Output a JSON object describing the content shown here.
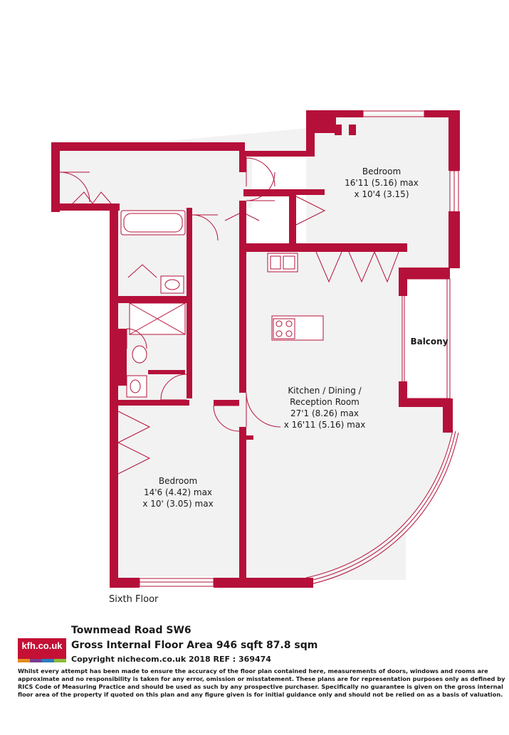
{
  "rooms": {
    "bedroom_1": {
      "name": "Bedroom",
      "size_line_1": "16'11 (5.16) max",
      "size_line_2": "x 10'4 (3.15)"
    },
    "balcony": {
      "name": "Balcony"
    },
    "kitchen": {
      "name_line_1": "Kitchen / Dining /",
      "name_line_2": "Reception Room",
      "size_line_1": "27'1 (8.26) max",
      "size_line_2": "x 16'11 (5.16) max"
    },
    "bedroom_2": {
      "name": "Bedroom",
      "size_line_1": "14'6 (4.42) max",
      "size_line_2": "x 10' (3.05) max"
    }
  },
  "floor_name": "Sixth Floor",
  "logo": {
    "text": "kfh.co.uk",
    "background": "#c41035",
    "stripe_colors": [
      "#e58a1e",
      "#7a3c8c",
      "#2e7dc1",
      "#8cba3a"
    ]
  },
  "footer": {
    "address": "Townmead Road  SW6",
    "area": "Gross Internal Floor Area 946 sqft 87.8 sqm",
    "copyright": "Copyright nichecom.co.uk 2018 REF : 369474",
    "disclaimer": "Whilst every attempt has been made to ensure the accuracy of the floor plan contained here, measurements of doors, windows and rooms are approximate and no responsibility is taken for any error, omission or misstatement.  These plans are for representation purposes only as defined by RICS Code of Measuring Practice and should be used as such by any prospective purchaser.  Specifically no guarantee is given on the gross internal floor area of the property if quoted on this plan and any figure given is for initial guidance only and should not be relied on as a basis of valuation."
  },
  "colors": {
    "wall": "#b5103a",
    "floor": "#f2f2f2",
    "fixture_line": "#b5103a"
  }
}
